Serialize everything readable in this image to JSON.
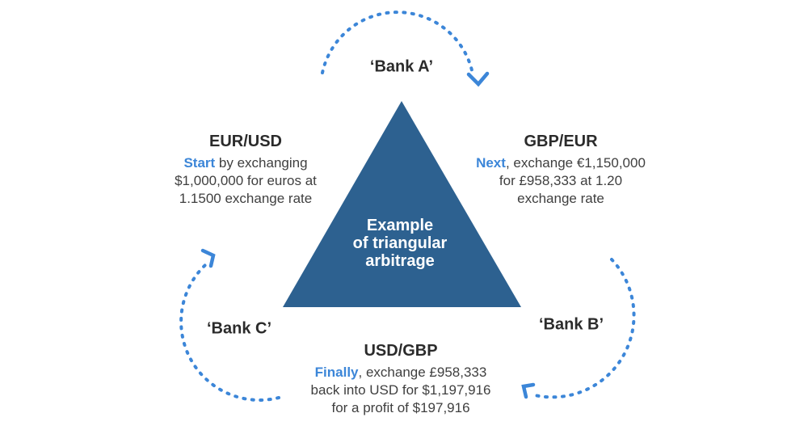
{
  "colors": {
    "accent": "#3C86D8",
    "triangle_fill": "#2D6190",
    "heading_text": "#2B2B2B",
    "body_text": "#3F3F3F",
    "caption_text": "#FFFFFF"
  },
  "triangle": {
    "caption": [
      "Example",
      "of triangular",
      "arbitrage"
    ]
  },
  "banks": {
    "a": "‘Bank A’",
    "b": "‘Bank B’",
    "c": "‘Bank C’"
  },
  "steps": {
    "eur_usd": {
      "pair": "EUR/USD",
      "lead": "Start",
      "lead_rest": " by exchanging",
      "line2": "$1,000,000 for euros at",
      "line3": "1.1500 exchange rate"
    },
    "gbp_eur": {
      "pair": "GBP/EUR",
      "lead": "Next",
      "lead_rest": ", exchange €1,150,000",
      "line2": "for £958,333 at 1.20",
      "line3": "exchange rate"
    },
    "usd_gbp": {
      "pair": "USD/GBP",
      "lead": "Finally",
      "lead_rest": ", exchange £958,333",
      "line2": "back into USD for $1,197,916",
      "line3": "for a profit of $197,916"
    }
  }
}
